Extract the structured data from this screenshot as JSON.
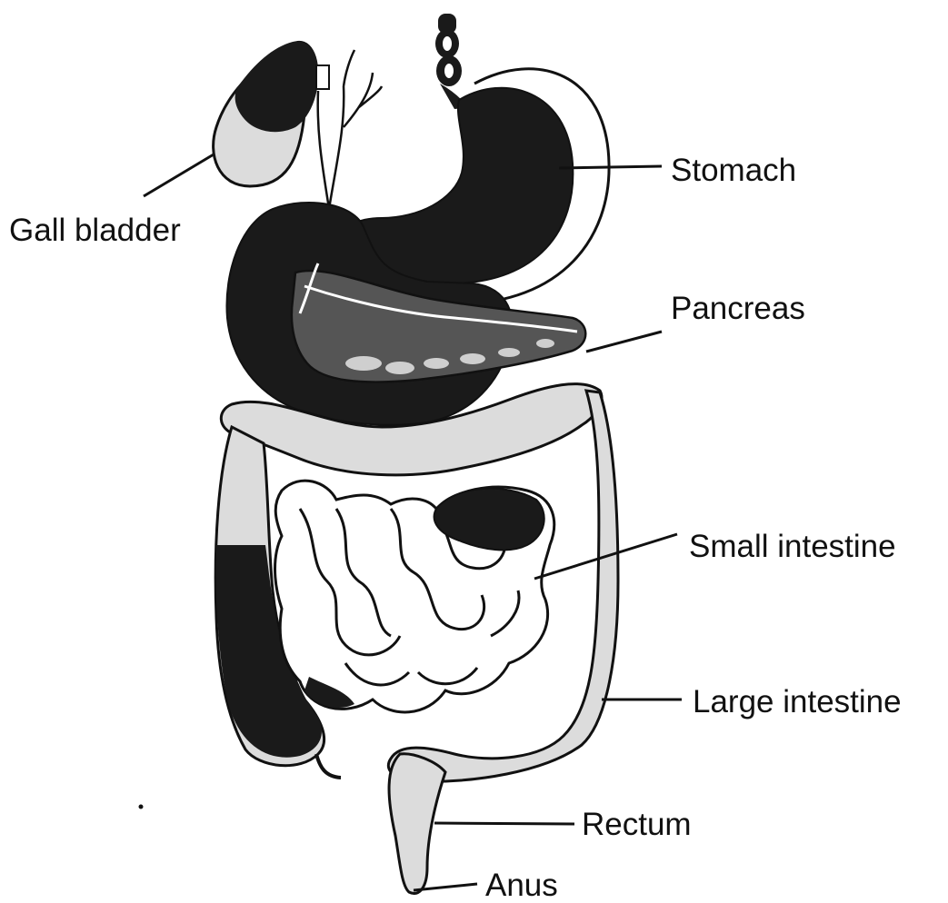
{
  "labels": {
    "gall_bladder": "Gall bladder",
    "stomach": "Stomach",
    "pancreas": "Pancreas",
    "small_intestine": "Small intestine",
    "large_intestine": "Large intestine",
    "rectum": "Rectum",
    "anus": "Anus"
  },
  "colors": {
    "ink": "#111111",
    "dark_organ": "#1a1a1a",
    "light_organ": "#dcdcdc",
    "paper": "#ffffff"
  }
}
